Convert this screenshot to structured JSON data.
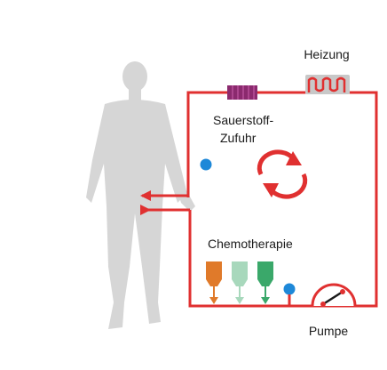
{
  "labels": {
    "heater": "Heizung",
    "oxygen_line1": "Sauerstoff-",
    "oxygen_line2": "Zufuhr",
    "chemo": "Chemotherapie",
    "pump": "Pumpe"
  },
  "colors": {
    "circuit": "#e03030",
    "body": "#d6d6d6",
    "sensor": "#1e88d8",
    "oxygenator": "#8b2a6e",
    "heater_box": "#c8c8c8",
    "chemo_orange": "#e07a2a",
    "chemo_light_green": "#a8d8bc",
    "chemo_green": "#3aa86a"
  },
  "icons": [
    "human-silhouette",
    "oxygenator",
    "heater-coil",
    "circulation-arrows",
    "sensor-dot",
    "chemo-bottle",
    "pump-rotor",
    "flow-arrow"
  ]
}
